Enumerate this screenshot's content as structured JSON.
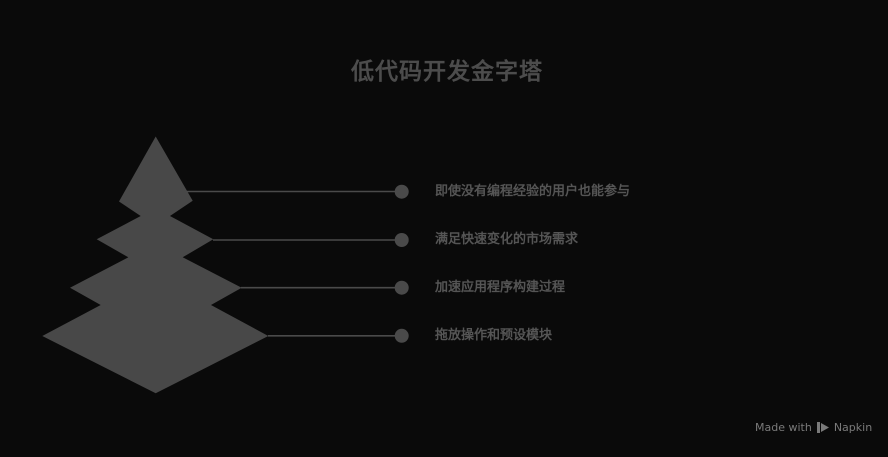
{
  "title": "低代码开发金字塔",
  "colors": {
    "background": "#0a0a0a",
    "pyramid": "#484848",
    "connector": "#4a4a4a",
    "text": "#555555"
  },
  "tiers": [
    {
      "level": 1,
      "position": "top",
      "label": "即使没有编程经验的用户也能参与"
    },
    {
      "level": 2,
      "position": "upper-middle",
      "label": "满足快速变化的市场需求"
    },
    {
      "level": 3,
      "position": "lower-middle",
      "label": "加速应用程序构建过程"
    },
    {
      "level": 4,
      "position": "bottom",
      "label": "拖放操作和预设模块"
    }
  ],
  "footer": {
    "made_with": "Made with",
    "brand": "Napkin",
    "brand_icon": "napkin-logo-icon"
  }
}
